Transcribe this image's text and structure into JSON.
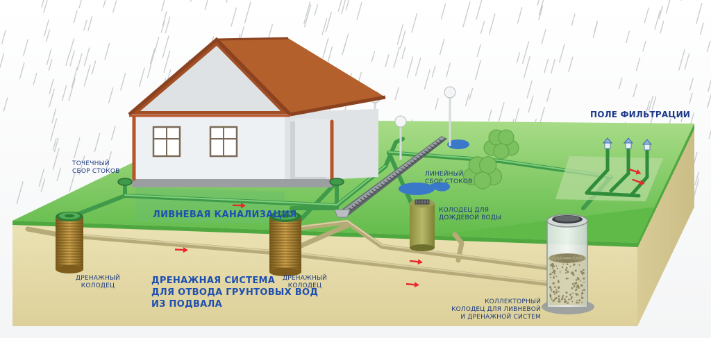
{
  "colors": {
    "grass": "#5dbb4a",
    "soil": "#e9dfad",
    "pipe": "#3f9a4a",
    "drain_pipe": "#b6ab78",
    "roof": "#a4552a",
    "wall": "#eef1f3",
    "label_text": "#1d3a7a",
    "arrow": "#e8262b",
    "water": "#3a78c9"
  },
  "labels": {
    "point_collection": [
      "ТОЧЕЧНЫЙ",
      "СБОР СТОКОВ"
    ],
    "linear_collection": [
      "ЛИНЕЙНЫЙ",
      "СБОР СТОКОВ"
    ],
    "rain_well": [
      "КОЛОДЕЦ ДЛЯ",
      "ДОЖДЕВОЙ ВОДЫ"
    ],
    "filtration_field": "ПОЛЕ ФИЛЬТРАЦИИ",
    "storm_sewer": "ЛИВНЕВАЯ КАНАЛИЗАЦИЯ",
    "drain_well_left": [
      "ДРЕНАЖНЫЙ",
      "КОЛОДЕЦ"
    ],
    "drain_well_right": [
      "ДРЕНАЖНЫЙ",
      "КОЛОДЕЦ"
    ],
    "drainage_system": [
      "ДРЕНАЖНАЯ СИСТЕМА",
      "ДЛЯ ОТВОДА ГРУНТОВЫХ ВОД",
      "ИЗ ПОДВАЛА"
    ],
    "collector_well": [
      "КОЛЛЕКТОРНЫЙ",
      "КОЛОДЕЦ ДЛЯ ЛИВНЕВОЙ",
      "И ДРЕНАЖНОЙ СИСТЕМ"
    ]
  },
  "icons": [
    "rain",
    "house",
    "drain-well",
    "collector-well",
    "rain-well",
    "linear-gutter",
    "shrub",
    "lamp-post",
    "vent-pipe",
    "flow-arrow"
  ]
}
